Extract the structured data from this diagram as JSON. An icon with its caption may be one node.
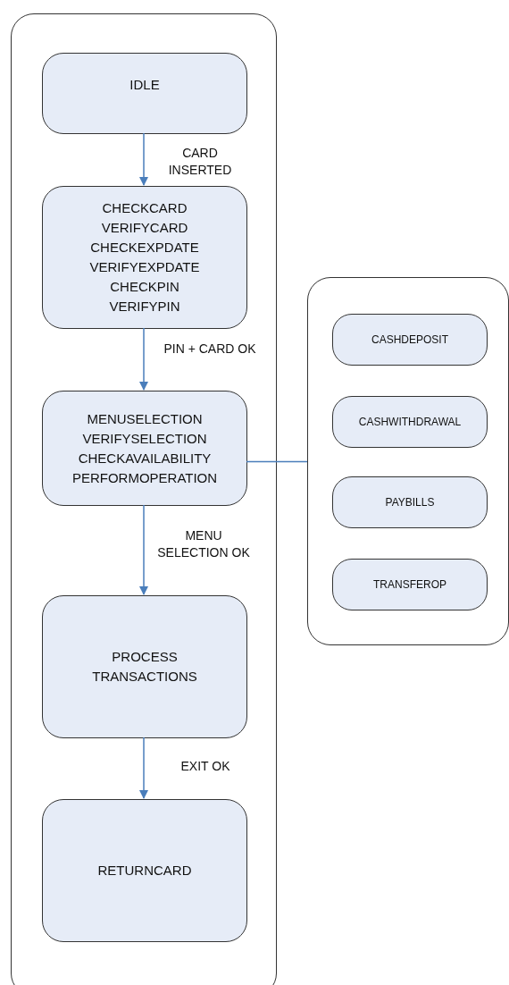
{
  "diagram": {
    "nodes": [
      {
        "text": [],
        "shape": "box"
      },
      {
        "text": [
          "IDLE"
        ],
        "in": 0
      },
      {
        "text": [
          "CHECKCARD",
          "VERIFYCARD",
          "CHECKEXPDATE",
          "VERIFYEXPDATE",
          "CHECKPIN",
          "VERIFYPIN"
        ],
        "in": 0
      },
      {
        "text": [
          "MENUSELECTION",
          "VERIFYSELECTION",
          "CHECKAVAILABILITY",
          "PERFORMOPERATION"
        ],
        "in": 0
      },
      {
        "text": [
          "PROCESS TRANSACTIONS"
        ],
        "in": 0
      },
      {
        "text": [
          "RETURNCARD"
        ],
        "in": 0
      },
      {
        "text": [],
        "shape": "box"
      },
      {
        "text": [
          "CASHDEPOSIT"
        ],
        "in": 6
      },
      {
        "text": [
          "CASHWITHDRAWAL"
        ],
        "in": 6
      },
      {
        "text": [
          "PAYBILLS"
        ],
        "in": 6
      },
      {
        "text": [
          "TRANSFEROP"
        ],
        "in": 6
      }
    ],
    "edges": [
      {
        "from": 1,
        "to": 2,
        "arrow": "to",
        "label": "CARD INSERTED"
      },
      {
        "from": 2,
        "to": 3,
        "arrow": "to",
        "label": "PIN + CARD OK"
      },
      {
        "from": 3,
        "to": 4,
        "arrow": "to",
        "label": "MENU SELECTION OK"
      },
      {
        "from": 4,
        "to": 5,
        "arrow": "to",
        "label": "EXIT OK"
      },
      {
        "from": 3,
        "to": 6,
        "arrow": "none"
      }
    ]
  }
}
